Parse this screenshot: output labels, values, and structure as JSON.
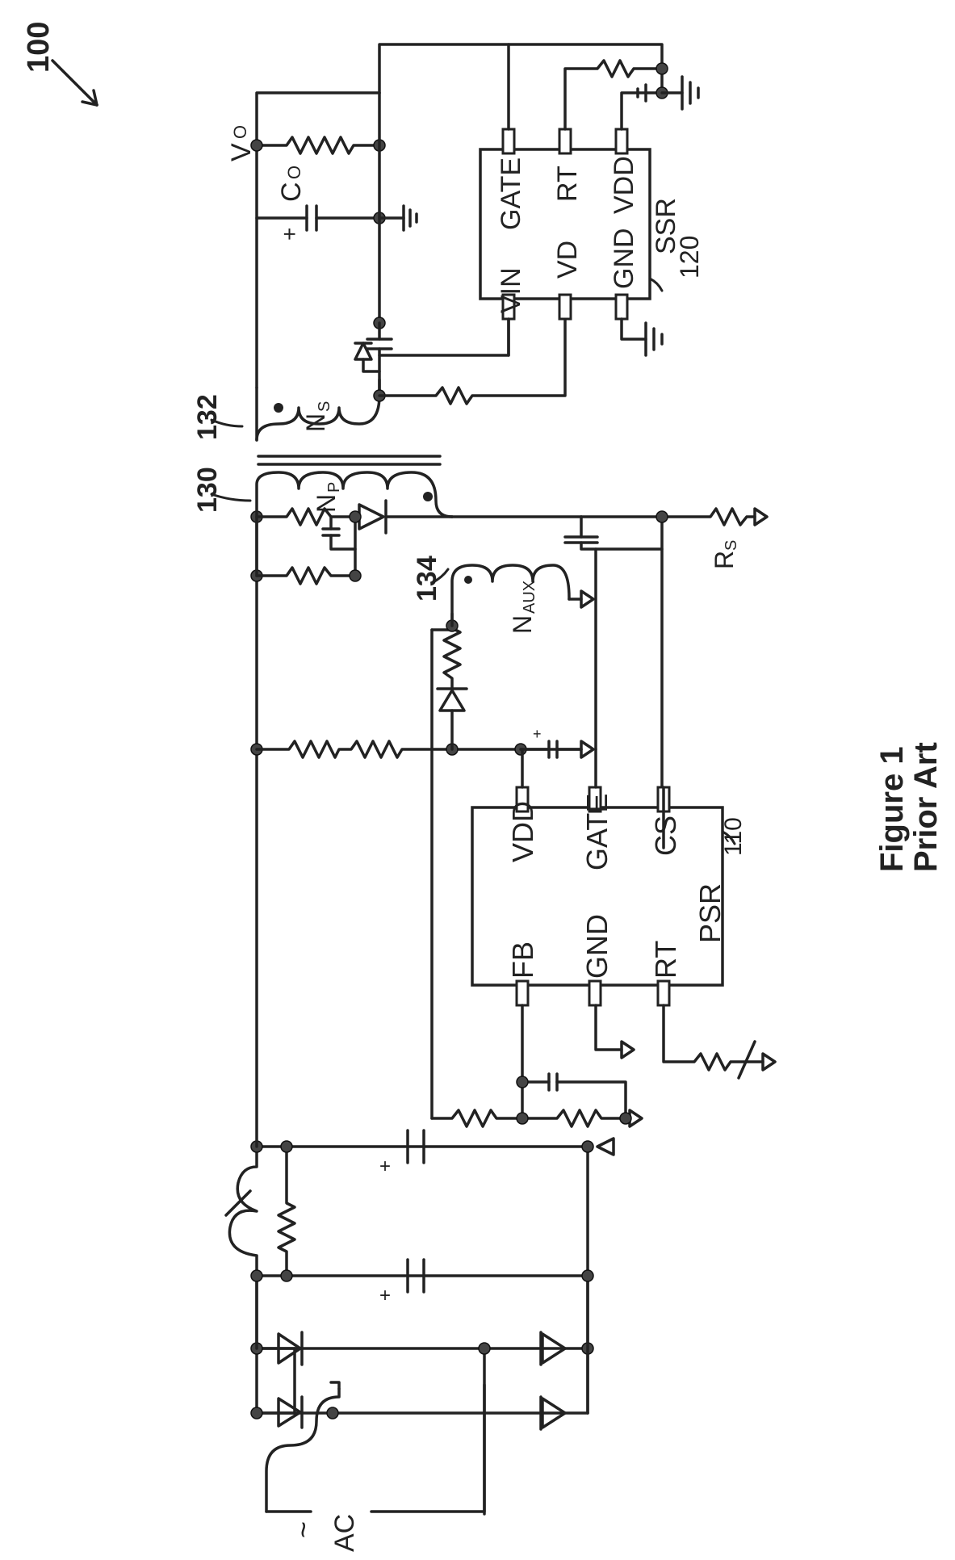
{
  "figure": {
    "ref_number": "100",
    "caption_line1": "Figure 1",
    "caption_line2": "Prior Art"
  },
  "psr": {
    "ref": "110",
    "name": "PSR",
    "pins": {
      "fb": "FB",
      "vdd": "VDD",
      "gnd": "GND",
      "gate": "GATE",
      "rt": "RT",
      "cs": "CS"
    }
  },
  "ssr": {
    "ref": "120",
    "name": "SSR",
    "pins": {
      "gate": "GATE",
      "vin": "VIN",
      "vd": "VD",
      "rt": "RT",
      "gnd": "GND",
      "vdd": "VDD"
    }
  },
  "transformer": {
    "ref": "130",
    "secondary_ref": "132",
    "aux_ref": "134",
    "primary_label": "N",
    "primary_sub": "P",
    "secondary_label": "N",
    "secondary_sub": "S",
    "aux_label": "N",
    "aux_sub": "AUX"
  },
  "output": {
    "vo_label": "V",
    "vo_sub": "O",
    "co_label": "C",
    "co_sub": "O",
    "co_plus": "+"
  },
  "sense_resistor": {
    "label": "R",
    "sub": "S"
  },
  "input": {
    "ac_label": "AC",
    "tilde": "~"
  },
  "polarity_plus": "+"
}
